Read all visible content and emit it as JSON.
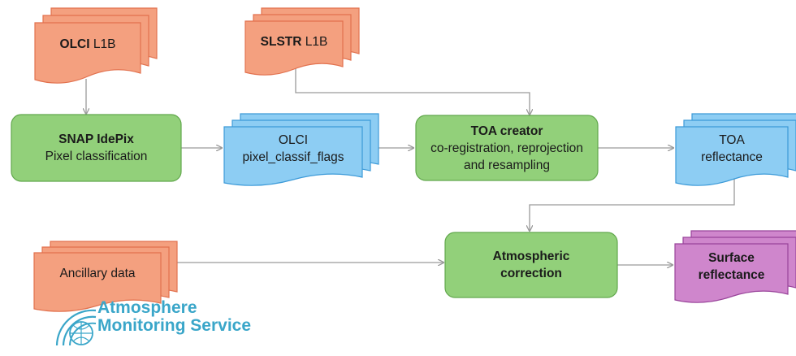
{
  "nodes": {
    "olci_l1b": {
      "bold": "OLCI",
      "rest": " L1B"
    },
    "slstr_l1b": {
      "bold": "SLSTR",
      "rest": " L1B"
    },
    "idepix": {
      "line1": "SNAP IdePix",
      "line2": "Pixel classification"
    },
    "olci_flags": {
      "line1": "OLCI",
      "line2": "pixel_classif_flags"
    },
    "toa_creator": {
      "line1": "TOA creator",
      "line2": "co-registration, reprojection",
      "line3": "and resampling"
    },
    "toa_reflectance": {
      "line1": "TOA",
      "line2": "reflectance"
    },
    "ancillary": {
      "line1": "Ancillary data"
    },
    "atm_correction": {
      "line1": "Atmospheric",
      "line2": "correction"
    },
    "surface_reflectance": {
      "line1": "Surface",
      "line2": "reflectance"
    }
  },
  "logo": {
    "line1": "Atmosphere",
    "line2": "Monitoring Service"
  },
  "colors": {
    "input_fill": "#f4a07f",
    "input_stroke": "#e2714e",
    "process_fill": "#92d07a",
    "process_stroke": "#62a84d",
    "data_fill": "#8dcdf3",
    "data_stroke": "#3c9ad8",
    "output_fill": "#cf86cc",
    "output_stroke": "#99449a",
    "arrow": "#9a9a9a",
    "logo": "#3aa6c9"
  }
}
